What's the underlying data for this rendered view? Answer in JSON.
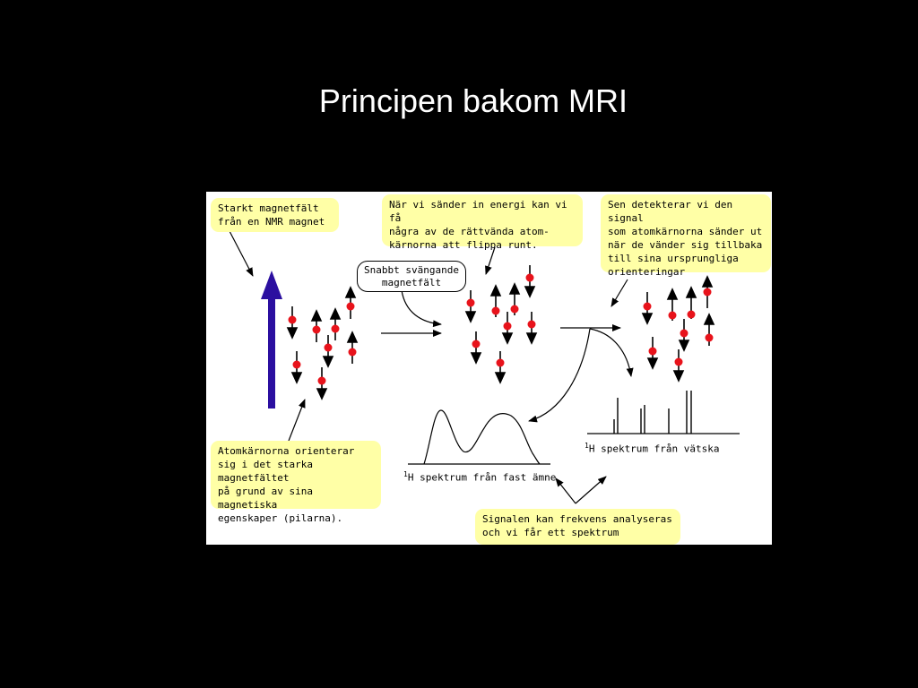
{
  "slide": {
    "title": "Principen bakom MRI"
  },
  "callouts": {
    "strong_field": "Starkt magnetfält\nfrån en NMR magnet",
    "send_energy": "När vi sänder in energi kan vi få\nnågra av de rättvända atom-\nkärnorna att flippa runt.",
    "detect": "Sen detekterar vi den signal\nsom atomkärnorna sänder ut\nnär de vänder sig tillbaka\ntill sina ursprungliga\norienteringar",
    "orient": "Atomkärnorna orienterar\nsig i det starka magnetfältet\npå grund av sina magnetiska\negenskaper (pilarna).",
    "analyze": "Signalen kan frekvens analyseras\noch vi får ett spektrum"
  },
  "bubble": {
    "text": "Snabbt svängande\nmagnetfält"
  },
  "spectra": {
    "solid": {
      "superscript": "1",
      "label": "H spektrum från fast ämne"
    },
    "liquid": {
      "superscript": "1",
      "label": "H spektrum från vätska"
    }
  },
  "colors": {
    "field_arrow": "#2b0fa0",
    "nucleus": "#e8131b",
    "callout_bg": "#ffffa6"
  }
}
